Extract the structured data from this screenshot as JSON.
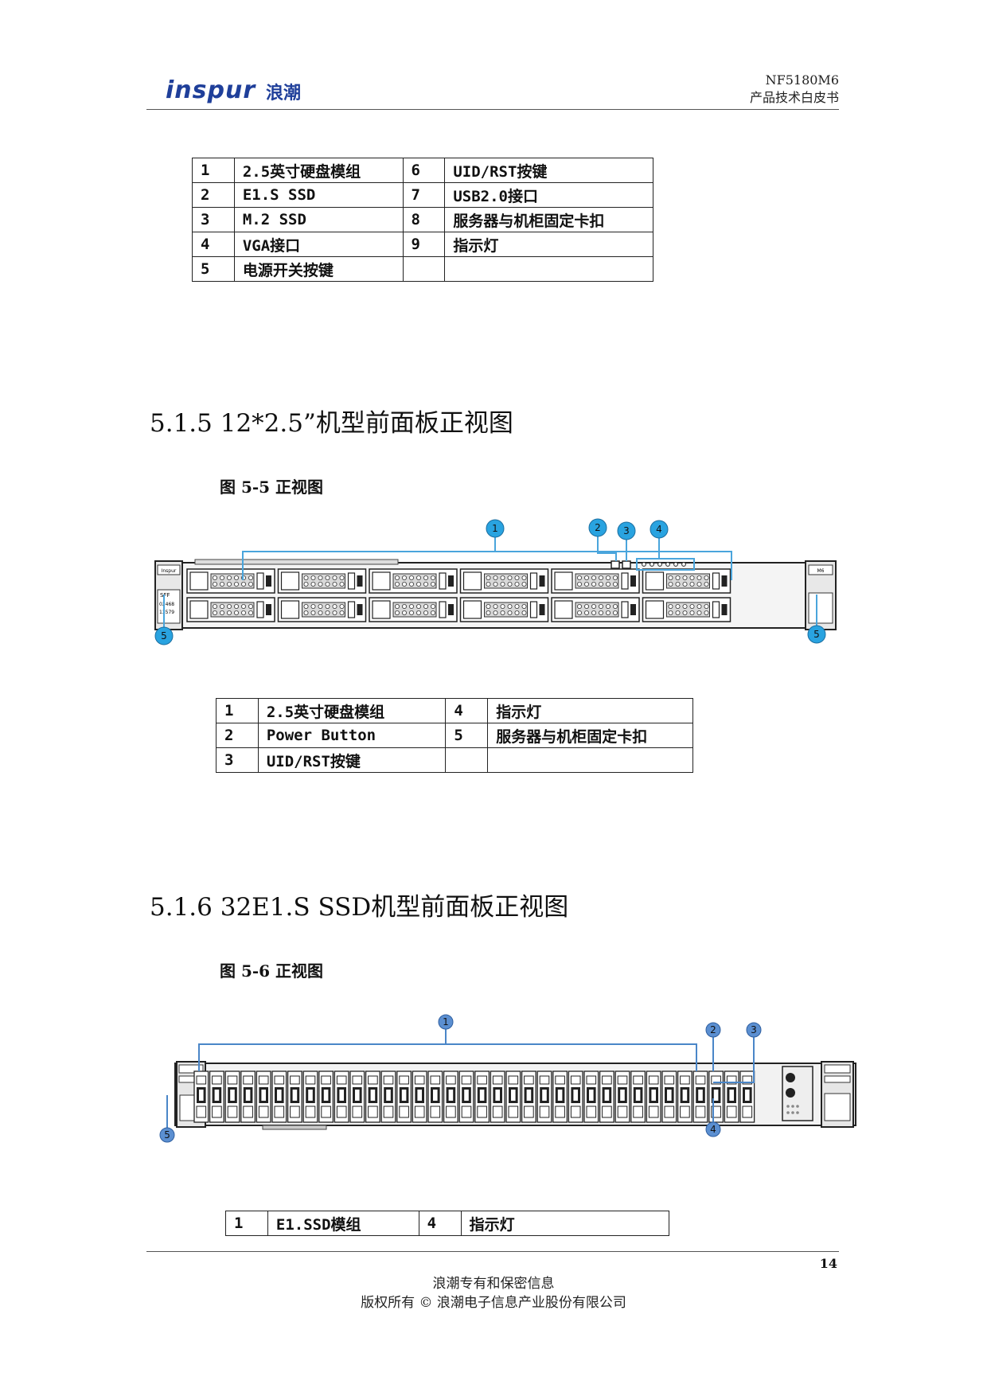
{
  "header": {
    "logo_text": "inspur",
    "logo_cn": "浪潮",
    "model": "NF5180M6",
    "doc_title": "产品技术白皮书"
  },
  "table1": [
    [
      "1",
      "2.5英寸硬盘模组",
      "6",
      "UID/RST按键"
    ],
    [
      "2",
      "E1.S SSD",
      "7",
      "USB2.0接口"
    ],
    [
      "3",
      "M.2 SSD",
      "8",
      "服务器与机柜固定卡扣"
    ],
    [
      "4",
      "VGA接口",
      "9",
      "指示灯"
    ],
    [
      "5",
      "电源开关按键",
      "",
      ""
    ]
  ],
  "section1": {
    "heading": "5.1.5  12*2.5”机型前面板正视图",
    "caption": "图 5-5  正视图",
    "callouts": [
      "1",
      "2",
      "3",
      "4",
      "5",
      "5"
    ],
    "label_left": "SFF",
    "label_num1": "02468",
    "label_num2": "13579",
    "label_brand": "Inspur",
    "label_right": "M6"
  },
  "table2": [
    [
      "1",
      "2.5英寸硬盘模组",
      "4",
      "指示灯"
    ],
    [
      "2",
      "Power Button",
      "5",
      "服务器与机柜固定卡扣"
    ],
    [
      "3",
      "UID/RST按键",
      "",
      ""
    ]
  ],
  "section2": {
    "heading": "5.1.6  32E1.S SSD机型前面板正视图",
    "caption": "图 5-6  正视图",
    "callouts": [
      "1",
      "2",
      "3",
      "4",
      "5"
    ]
  },
  "table3": [
    [
      "1",
      "E1.SSD模组",
      "4",
      "指示灯"
    ]
  ],
  "footer": {
    "page_number": "14",
    "line1": "浪潮专有和保密信息",
    "line2": "版权所有 ©  浪潮电子信息产业股份有限公司"
  },
  "colors": {
    "accent": "#1f3f9a",
    "callout": "#29a3e0",
    "callout2": "#5b8fd1",
    "leader": "#4aa5dc"
  }
}
